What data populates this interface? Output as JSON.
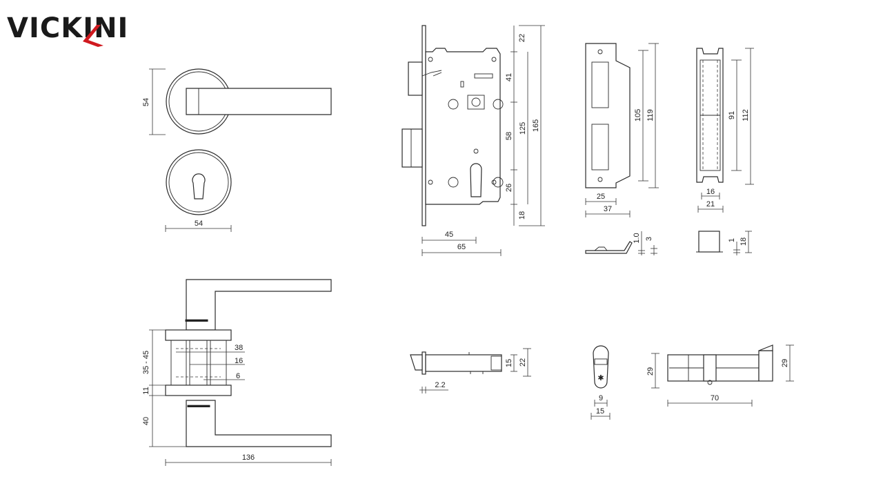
{
  "brand": {
    "name": "VICKINI",
    "accent_color": "#d0191f"
  },
  "dimensions": {
    "rose_lever_height": "54",
    "rose_escutcheon_width": "54",
    "lever_side_doorthickness": "35 - 45",
    "lever_side_rose": "11",
    "lever_side_handle": "40",
    "lever_length": "136",
    "spindle_a": "38",
    "spindle_b": "16",
    "spindle_c": "6",
    "body_top": "22",
    "body_upper": "41",
    "body_middle": "58",
    "body_lower": "26",
    "body_bottom": "18",
    "body_centers": "125",
    "body_total": "165",
    "backset": "45",
    "body_width": "65",
    "strike_height_inner": "105",
    "strike_height_outer": "119",
    "strike_width_inner": "25",
    "strike_width_outer": "37",
    "strike_thk_a": "1.0",
    "strike_thk_b": "3",
    "faceplate_inner": "91",
    "faceplate_outer": "112",
    "faceplate_width_inner": "16",
    "faceplate_width_outer": "21",
    "box_thk": "1",
    "box_depth": "18",
    "latch_a": "15",
    "latch_b": "22",
    "latch_thk": "2.2",
    "cyl_small": "9",
    "cyl_width": "15",
    "cyl_height_left": "29",
    "cyl_height_right": "29",
    "cyl_length": "70"
  }
}
